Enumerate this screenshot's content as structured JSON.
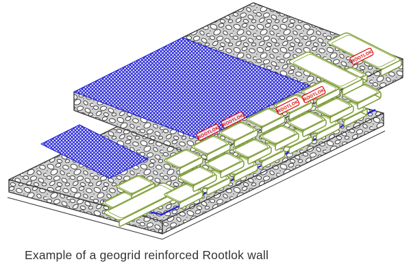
{
  "caption": {
    "text": "Example of a geogrid reinforced Rootlok wall"
  },
  "stamps": {
    "text": "ROOTLOK",
    "count": 5
  },
  "colors": {
    "geogrid_blue": "#2222d8",
    "bag_outline_green": "#7d9c32",
    "stamp_red": "#dd0000",
    "drawing_outline": "#333333",
    "gravel_fill": "#d0d0d0",
    "pebble_white": "#ffffff",
    "caption_text": "#333333",
    "background": "#ffffff"
  }
}
